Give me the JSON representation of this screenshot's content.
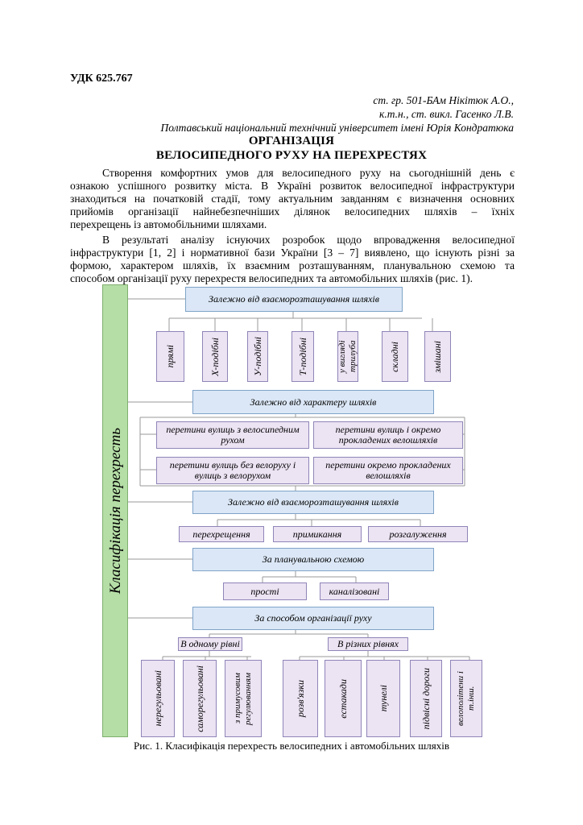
{
  "udk": "УДК 625.767",
  "authors": [
    "ст. гр. 501-БАм Нікітюк А.О.,",
    "к.т.н., ст. викл. Гасенко Л.В.",
    "Полтавський національний технічний університет імені Юрія Кондратюка"
  ],
  "title": [
    "ОРГАНІЗАЦІЯ",
    "ВЕЛОСИПЕДНОГО РУХУ НА ПЕРЕХРЕСТЯХ"
  ],
  "paragraph1": [
    "Створення комфортних умов для велосипедного руху на сьогоднішній день є",
    "ознакою успішного розвитку міста. В Україні розвиток велосипедної інфраструктури",
    "знаходиться на початковій стадії, тому актуальним завданням є визначення основних",
    "прийомів організації найнебезпечніших ділянок велосипедних шляхів – їхніх",
    "перехрещень із автомобільними шляхами."
  ],
  "paragraph2": [
    "В результаті аналізу існуючих розробок щодо впровадження велосипедної",
    "інфраструктури [1, 2] і нормативної бази України [3 – 7] виявлено, що існують різні за",
    "формою, характером шляхів, їх взаємним розташуванням, планувальною схемою та",
    "способом організації руху перехрестя велосипедних та автомобільних шляхів (рис. 1)."
  ],
  "diagram": {
    "side_label": "Класифікація перехресть",
    "section1": {
      "header": "Залежно від взаєморозташування шляхів",
      "items": [
        "прямі",
        "Х-подібні",
        "У-подібні",
        "Т-подібні",
        "у вигляді трилуба",
        "складні",
        "змішані"
      ]
    },
    "section2": {
      "header": "Залежно від характеру шляхів",
      "items": [
        "перетини вулиць з велосипедним рухом",
        "перетини вулиць і окремо прокладених велошляхів",
        "перетини вулиць без велоруху і вулиць з велорухом",
        "перетини окремо прокладених велошляхів"
      ]
    },
    "section3": {
      "header": "Залежно від взаєморозташування шляхів",
      "items": [
        "перехрещення",
        "примикання",
        "розгалуження"
      ]
    },
    "section4": {
      "header": "За планувальною схемою",
      "items": [
        "прості",
        "каналізовані"
      ]
    },
    "section5": {
      "header": "За способом організації руху",
      "sub_left": "В одному рівні",
      "sub_right": "В різних рівнях",
      "left_items": [
        "нерегульовані",
        "саморегульовані",
        "з примусовим регулюванням"
      ],
      "right_items": [
        "розв'язки",
        "естакади",
        "тунелі",
        "підвісні дороги",
        "велополітени і т.інш."
      ]
    }
  },
  "caption": "Рис. 1. Класифікація перехресть велосипедних і автомобільних шляхів",
  "colors": {
    "header_fill": "#dbe7f6",
    "item_fill": "#ece3f3",
    "side_fill": "#b5dea6",
    "connector": "#999999"
  }
}
